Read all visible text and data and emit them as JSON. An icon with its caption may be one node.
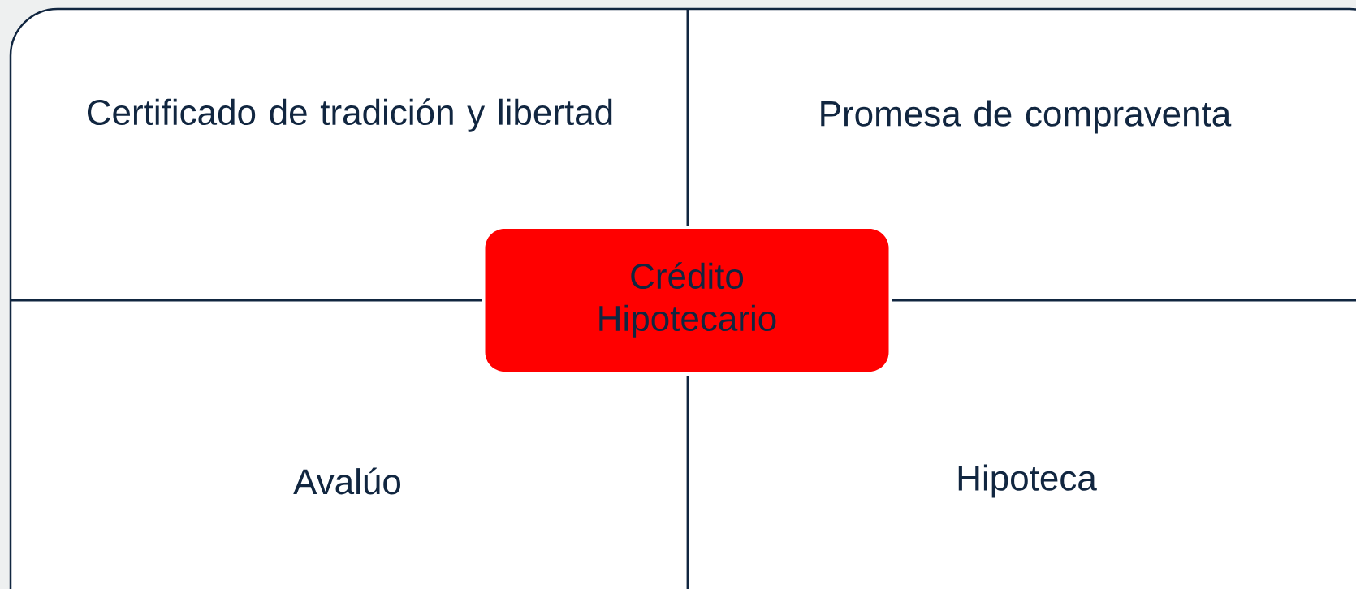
{
  "diagram": {
    "nodes": [
      {
        "text": [
          "Certificado de tradición y libertad"
        ]
      },
      {
        "text": [
          "Promesa de compraventa"
        ]
      },
      {
        "text": [
          "Crédito Hipotecario"
        ]
      },
      {
        "text": [
          "Avalúo"
        ]
      },
      {
        "text": [
          "Hipoteca"
        ]
      }
    ]
  }
}
